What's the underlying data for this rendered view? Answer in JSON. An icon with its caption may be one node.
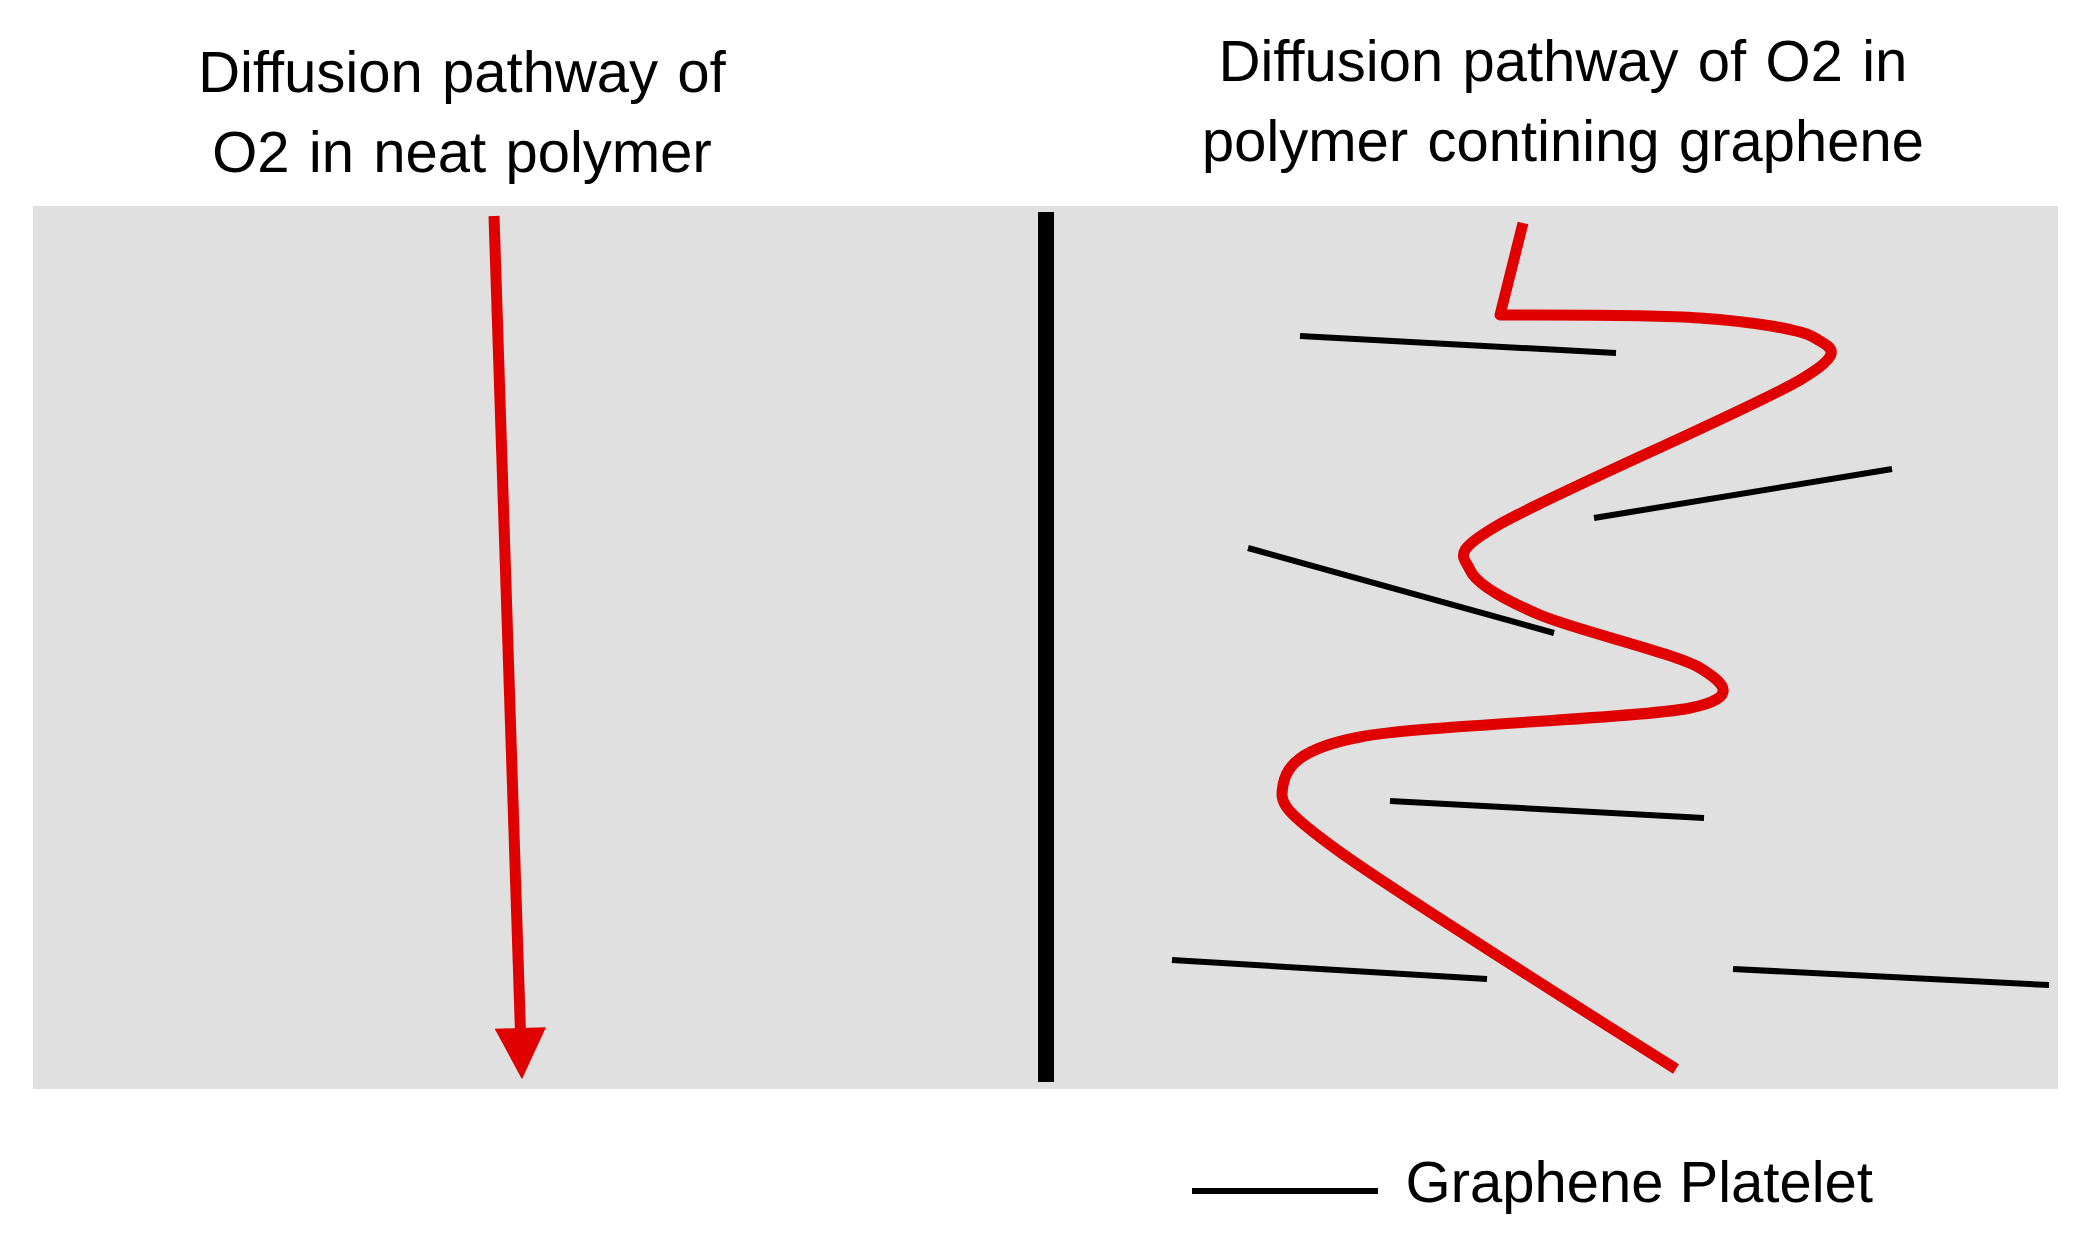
{
  "diagram": {
    "labels": [
      "Diffusion pathway of O2 in neat polymer",
      "Diffusion pathway of O2 in polymer contining graphene"
    ],
    "legend": [
      {
        "text": "Graphene Platelet"
      }
    ]
  }
}
